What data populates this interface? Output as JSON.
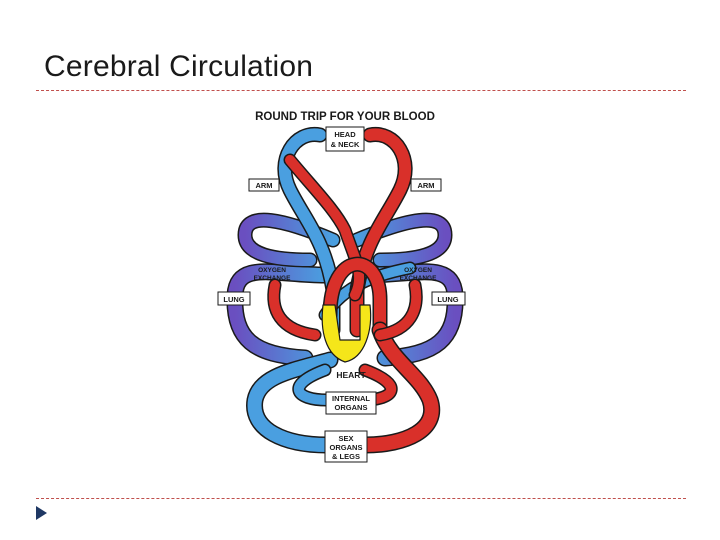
{
  "slide": {
    "title": "Cerebral Circulation"
  },
  "diagram": {
    "title": "ROUND TRIP FOR YOUR BLOOD",
    "labels": {
      "head_neck_1": "HEAD",
      "head_neck_2": "& NECK",
      "arm_left": "ARM",
      "arm_right": "ARM",
      "oxygen_left_1": "OXYGEN",
      "oxygen_left_2": "EXCHANGE",
      "oxygen_right_1": "OXYGEN",
      "oxygen_right_2": "EXCHANGE",
      "lung_left": "LUNG",
      "lung_right": "LUNG",
      "heart": "HEART",
      "internal_1": "INTERNAL",
      "internal_2": "ORGANS",
      "sex_1": "SEX",
      "sex_2": "ORGANS",
      "sex_3": "& LEGS"
    },
    "colors": {
      "oxygenated": "#d9302a",
      "deoxygenated": "#4a9fe0",
      "transition": "#6a4fc0",
      "heart": "#f5e61a",
      "outline": "#1a1a1a"
    }
  }
}
